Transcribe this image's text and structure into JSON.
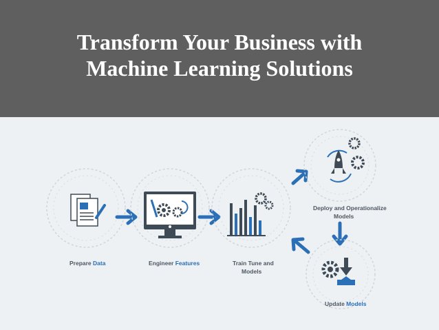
{
  "header": {
    "title_line1": "Transform Your Business with",
    "title_line2": "Machine Learning Solutions"
  },
  "steps": {
    "prepare": {
      "prefix": "Prepare ",
      "highlight": "Data"
    },
    "engineer": {
      "prefix": "Engineer ",
      "highlight": "Features"
    },
    "train": {
      "line1": "Train Tune and",
      "line2": "Models"
    },
    "deploy": {
      "line1": "Deploy and Operationalize",
      "line2": "Models"
    },
    "update": {
      "prefix": "Update ",
      "highlight": "Models"
    }
  },
  "colors": {
    "header_bg": "#5f5f5f",
    "accent_blue": "#2b6fb6",
    "icon_dark": "#3e4a55",
    "ring": "#c9d0d7"
  }
}
